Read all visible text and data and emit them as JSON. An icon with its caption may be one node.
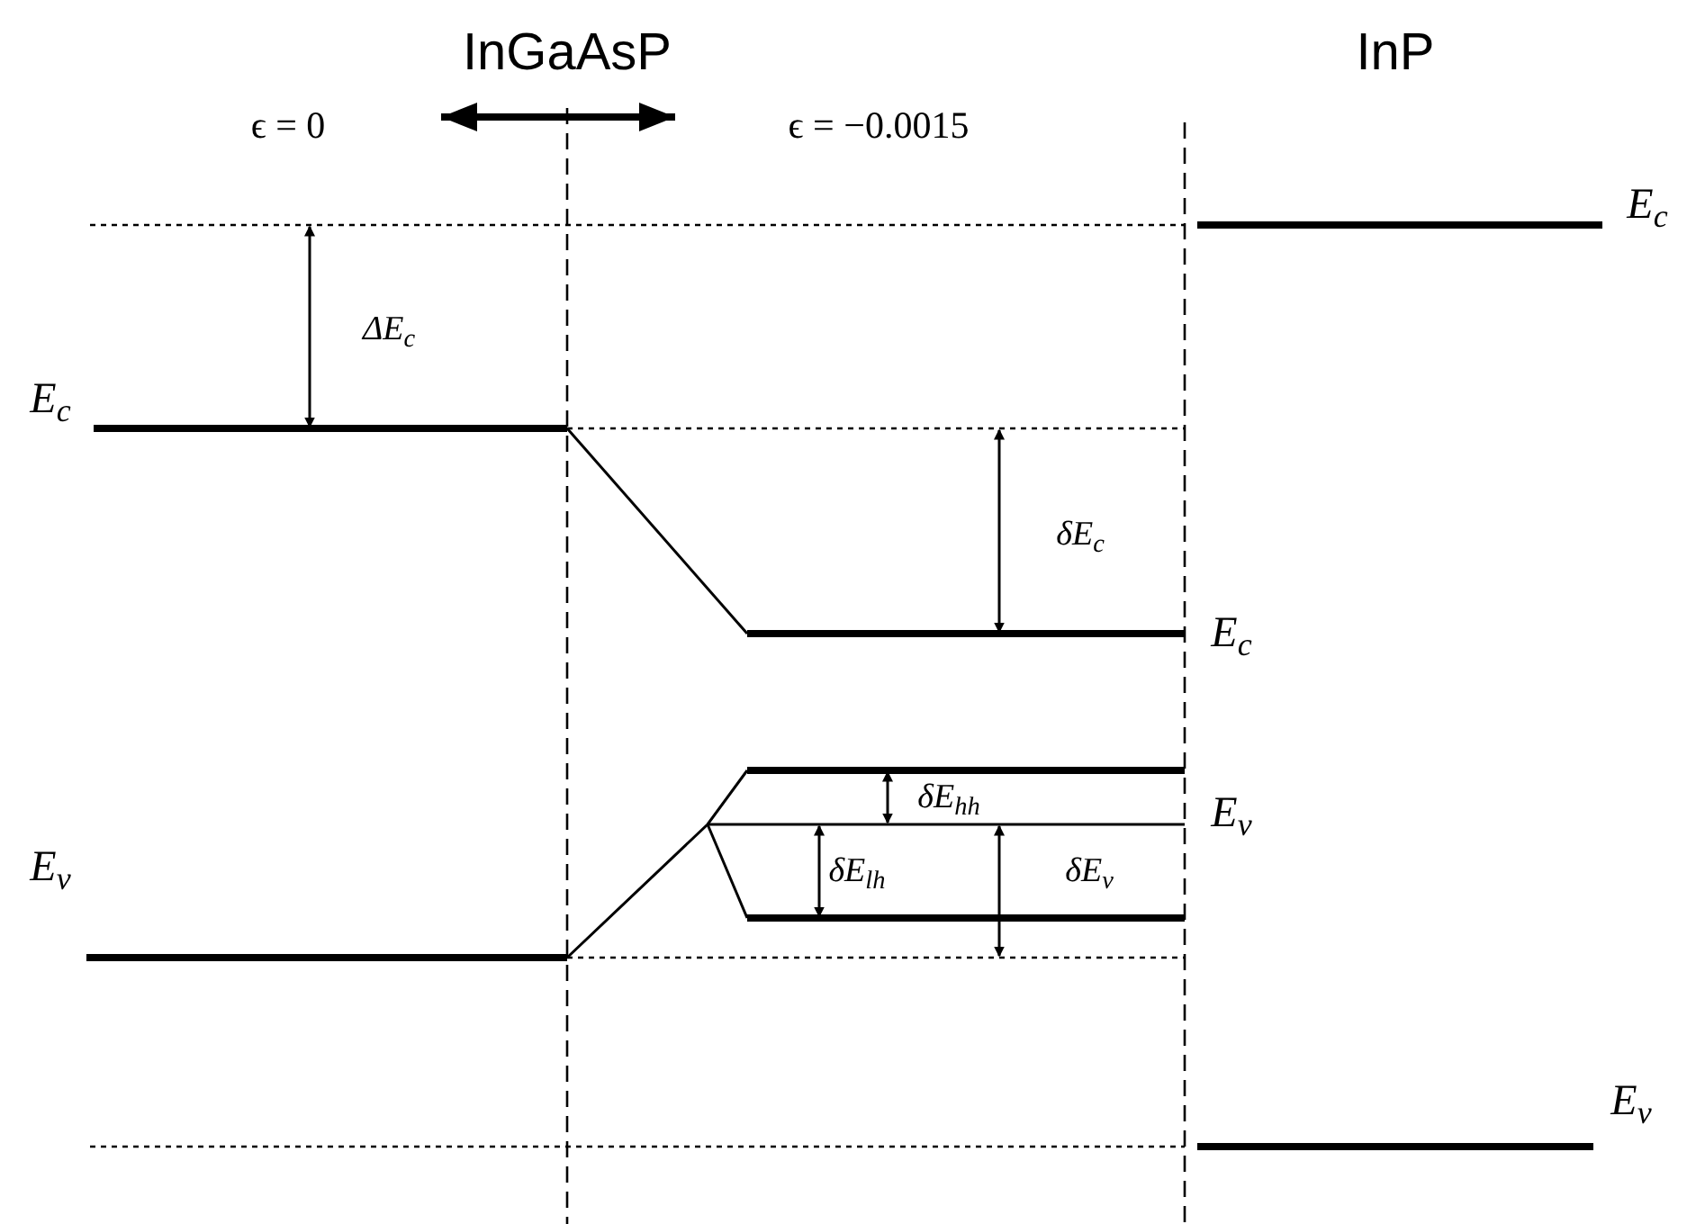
{
  "diagram": {
    "labels": [
      "InGaAsP",
      "InP",
      "ϵ = 0",
      "ϵ = −0.0015",
      "E$_{c}$",
      "ΔE$_{c}$",
      "E$_{c}$",
      "δE$_{c}$",
      "E$_{c}$",
      "δE$_{hh}$",
      "E$_{v}$",
      "E$_{v}$",
      "δE$_{lh}$",
      "δE$_{v}$",
      "E$_{v}$"
    ]
  }
}
